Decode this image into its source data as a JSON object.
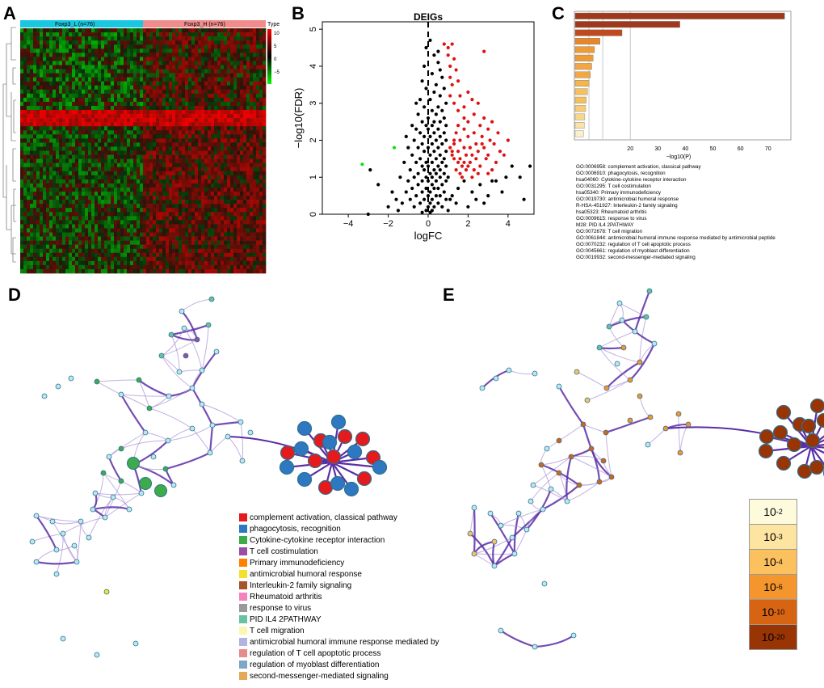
{
  "panels": {
    "a": "A",
    "b": "B",
    "c": "C",
    "d": "D",
    "e": "E"
  },
  "heatmap": {
    "group_low": "Foxp3_L (n=76)",
    "group_high": "Foxp3_H (n=76)",
    "legend_title": "Type",
    "legend_ticks": [
      "10",
      "5",
      "0",
      "−5"
    ],
    "colors": {
      "low": "#19c8e0",
      "high": "#f08c8c",
      "up": "#e01010",
      "down": "#10e010"
    }
  },
  "chart_data": [
    {
      "type": "scatter",
      "title": "DEIGs",
      "xlabel": "logFC",
      "ylabel": "−log10(FDR)",
      "xlim": [
        -5.3,
        5.3
      ],
      "ylim": [
        0,
        5.2
      ],
      "xticks": [
        "−4",
        "−2",
        "0",
        "2",
        "4"
      ],
      "yticks": [
        "0",
        "1",
        "2",
        "3",
        "4",
        "5"
      ],
      "series": [
        {
          "color": "#e01010",
          "points": [
            [
              0.8,
              4.6
            ],
            [
              1.0,
              4.5
            ],
            [
              1.2,
              4.6
            ],
            [
              2.8,
              4.4
            ],
            [
              1.0,
              4.3
            ],
            [
              1.3,
              4.2
            ],
            [
              1.1,
              4.0
            ],
            [
              1.4,
              3.9
            ],
            [
              1.1,
              3.7
            ],
            [
              1.5,
              3.6
            ],
            [
              1.2,
              3.5
            ],
            [
              1.6,
              3.2
            ],
            [
              1.1,
              3.2
            ],
            [
              1.3,
              3.0
            ],
            [
              2.0,
              3.3
            ],
            [
              2.2,
              3.1
            ],
            [
              1.8,
              2.9
            ],
            [
              2.5,
              3.0
            ],
            [
              2.8,
              2.6
            ],
            [
              2.3,
              2.7
            ],
            [
              3.2,
              2.5
            ],
            [
              2.0,
              2.5
            ],
            [
              2.6,
              2.4
            ],
            [
              1.5,
              2.4
            ],
            [
              3.0,
              2.3
            ],
            [
              1.8,
              2.3
            ],
            [
              2.3,
              2.2
            ],
            [
              3.5,
              2.2
            ],
            [
              1.4,
              2.2
            ],
            [
              2.7,
              2.1
            ],
            [
              2.0,
              2.1
            ],
            [
              3.1,
              2.0
            ],
            [
              1.6,
              2.0
            ],
            [
              2.4,
              1.9
            ],
            [
              1.3,
              1.9
            ],
            [
              3.3,
              1.9
            ],
            [
              2.1,
              1.8
            ],
            [
              1.8,
              1.8
            ],
            [
              2.8,
              1.8
            ],
            [
              1.5,
              1.7
            ],
            [
              2.5,
              1.7
            ],
            [
              3.6,
              1.7
            ],
            [
              1.2,
              1.7
            ],
            [
              2.2,
              1.6
            ],
            [
              1.9,
              1.6
            ],
            [
              3.0,
              1.6
            ],
            [
              1.6,
              1.5
            ],
            [
              2.4,
              1.5
            ],
            [
              1.3,
              1.5
            ],
            [
              2.9,
              1.5
            ],
            [
              1.8,
              1.4
            ],
            [
              2.1,
              1.4
            ],
            [
              3.4,
              1.4
            ],
            [
              1.5,
              1.4
            ],
            [
              2.6,
              1.3
            ],
            [
              1.2,
              1.6
            ],
            [
              1.7,
              1.3
            ],
            [
              3.8,
              1.6
            ],
            [
              2.0,
              1.3
            ],
            [
              2.3,
              1.2
            ],
            [
              1.1,
              1.8
            ],
            [
              1.4,
              1.2
            ],
            [
              3.2,
              1.2
            ],
            [
              4.0,
              2.0
            ],
            [
              1.9,
              1.2
            ],
            [
              2.7,
              1.9
            ],
            [
              1.6,
              1.1
            ],
            [
              2.5,
              1.1
            ],
            [
              1.3,
              2.0
            ],
            [
              3.0,
              1.1
            ],
            [
              1.8,
              2.6
            ],
            [
              2.2,
              1.0
            ],
            [
              1.5,
              2.8
            ],
            [
              1.7,
              1.0
            ]
          ]
        },
        {
          "color": "#000000",
          "points": [
            [
              -0.1,
              4.5
            ],
            [
              0.3,
              4.3
            ],
            [
              0.5,
              4.1
            ],
            [
              -0.2,
              4.0
            ],
            [
              0.6,
              3.9
            ],
            [
              0.2,
              3.8
            ],
            [
              -0.3,
              3.6
            ],
            [
              0.7,
              3.7
            ],
            [
              0.4,
              3.5
            ],
            [
              -0.1,
              3.4
            ],
            [
              0.8,
              3.4
            ],
            [
              0.3,
              3.3
            ],
            [
              0.6,
              3.2
            ],
            [
              -0.4,
              3.1
            ],
            [
              0.1,
              3.1
            ],
            [
              0.9,
              3.0
            ],
            [
              0.5,
              2.9
            ],
            [
              -0.2,
              2.9
            ],
            [
              0.2,
              2.8
            ],
            [
              0.7,
              2.8
            ],
            [
              -0.5,
              2.7
            ],
            [
              0.4,
              2.7
            ],
            [
              0.0,
              2.6
            ],
            [
              0.8,
              2.6
            ],
            [
              -0.3,
              2.5
            ],
            [
              0.3,
              2.5
            ],
            [
              0.6,
              2.5
            ],
            [
              -0.1,
              2.4
            ],
            [
              0.9,
              2.4
            ],
            [
              0.2,
              2.4
            ],
            [
              -0.6,
              2.3
            ],
            [
              0.5,
              2.3
            ],
            [
              0.0,
              2.3
            ],
            [
              0.8,
              2.2
            ],
            [
              -0.4,
              2.2
            ],
            [
              0.3,
              2.2
            ],
            [
              0.6,
              2.1
            ],
            [
              -0.2,
              2.1
            ],
            [
              0.1,
              2.1
            ],
            [
              -0.7,
              2.0
            ],
            [
              0.4,
              2.0
            ],
            [
              0.9,
              2.0
            ],
            [
              -0.3,
              1.9
            ],
            [
              0.2,
              1.9
            ],
            [
              0.7,
              1.9
            ],
            [
              -0.5,
              1.8
            ],
            [
              0.0,
              1.8
            ],
            [
              0.5,
              1.8
            ],
            [
              0.9,
              1.7
            ],
            [
              -0.2,
              1.7
            ],
            [
              0.3,
              1.7
            ],
            [
              -0.8,
              1.6
            ],
            [
              0.6,
              1.6
            ],
            [
              0.1,
              1.6
            ],
            [
              -0.4,
              1.5
            ],
            [
              0.4,
              1.5
            ],
            [
              0.8,
              1.5
            ],
            [
              -0.1,
              1.4
            ],
            [
              0.2,
              1.4
            ],
            [
              -0.6,
              1.4
            ],
            [
              0.7,
              1.4
            ],
            [
              0.0,
              1.3
            ],
            [
              0.5,
              1.3
            ],
            [
              -0.3,
              1.3
            ],
            [
              0.9,
              1.3
            ],
            [
              -0.9,
              1.2
            ],
            [
              0.3,
              1.2
            ],
            [
              -0.2,
              1.2
            ],
            [
              0.6,
              1.2
            ],
            [
              0.1,
              1.1
            ],
            [
              -0.5,
              1.1
            ],
            [
              0.4,
              1.1
            ],
            [
              0.8,
              1.1
            ],
            [
              -0.1,
              1.0
            ],
            [
              0.2,
              1.0
            ],
            [
              -0.7,
              1.0
            ],
            [
              0.6,
              1.0
            ],
            [
              -0.3,
              0.9
            ],
            [
              0.0,
              0.9
            ],
            [
              0.4,
              0.9
            ],
            [
              0.9,
              0.9
            ],
            [
              -1.0,
              0.9
            ],
            [
              0.2,
              0.8
            ],
            [
              -0.5,
              0.8
            ],
            [
              0.7,
              0.8
            ],
            [
              -0.1,
              0.7
            ],
            [
              0.3,
              0.7
            ],
            [
              -0.8,
              0.7
            ],
            [
              0.5,
              0.7
            ],
            [
              0.1,
              0.6
            ],
            [
              -0.3,
              0.6
            ],
            [
              0.8,
              0.6
            ],
            [
              -1.1,
              0.6
            ],
            [
              0.0,
              0.5
            ],
            [
              0.4,
              0.5
            ],
            [
              -0.6,
              0.5
            ],
            [
              0.6,
              0.5
            ],
            [
              -0.2,
              0.4
            ],
            [
              0.2,
              0.4
            ],
            [
              -0.9,
              0.4
            ],
            [
              0.9,
              0.4
            ],
            [
              0.1,
              0.3
            ],
            [
              -0.4,
              0.3
            ],
            [
              0.5,
              0.3
            ],
            [
              -1.3,
              0.3
            ],
            [
              0.0,
              0.2
            ],
            [
              0.3,
              0.2
            ],
            [
              -0.7,
              0.2
            ],
            [
              0.7,
              0.2
            ],
            [
              -0.1,
              0.1
            ],
            [
              0.2,
              0.1
            ],
            [
              -1.5,
              0.1
            ],
            [
              1.0,
              0.1
            ],
            [
              0.1,
              0.05
            ],
            [
              -0.3,
              0.05
            ],
            [
              1.5,
              0.7
            ],
            [
              1.2,
              0.5
            ],
            [
              1.8,
              0.9
            ],
            [
              2.2,
              0.6
            ],
            [
              2.6,
              0.8
            ],
            [
              3.0,
              0.5
            ],
            [
              3.4,
              0.9
            ],
            [
              1.4,
              0.3
            ],
            [
              2.0,
              0.2
            ],
            [
              2.8,
              0.3
            ],
            [
              3.7,
              0.6
            ],
            [
              4.2,
              1.3
            ],
            [
              4.6,
              1.0
            ],
            [
              5.1,
              1.3
            ],
            [
              4.8,
              0.4
            ],
            [
              3.2,
              0.9
            ],
            [
              3.9,
              1.0
            ],
            [
              -1.2,
              1.4
            ],
            [
              -1.8,
              0.6
            ],
            [
              -1.0,
              1.8
            ],
            [
              -2.0,
              0.2
            ],
            [
              -0.8,
              2.4
            ],
            [
              -1.4,
              1.0
            ],
            [
              -2.9,
              1.2
            ],
            [
              -2.5,
              0.8
            ],
            [
              -1.6,
              0.4
            ],
            [
              -3.0,
              0.0
            ],
            [
              -0.6,
              3.0
            ],
            [
              0.1,
              4.7
            ],
            [
              1.0,
              1.0
            ],
            [
              1.1,
              0.4
            ],
            [
              2.4,
              0.4
            ],
            [
              -1.1,
              2.1
            ],
            [
              0.5,
              4.4
            ]
          ]
        },
        {
          "color": "#10e010",
          "points": [
            [
              -1.7,
              1.8
            ],
            [
              -3.3,
              1.35
            ]
          ]
        }
      ]
    },
    {
      "type": "bar",
      "xlabel": "−log10(P)",
      "xlim": [
        0,
        78
      ],
      "xticks": [
        "20",
        "30",
        "40",
        "50",
        "60",
        "70"
      ],
      "categories": [
        "GO:0006958: complement activation, classical pathway",
        "GO:0006910: phagocytosis, recognition",
        "hsa04060: Cytokine-cytokine receptor interaction",
        "GO:0031295: T cell costimulation",
        "hsa05340: Primary immunodeficiency",
        "GO:0019730: antimicrobial humoral response",
        "R-HSA-451927: Interleukin-2 family signaling",
        "hsa05323: Rheumatoid arthritis",
        "GO:0009615: response to virus",
        "M28: PID IL4 2PATHWAY",
        "GO:0072678: T cell migration",
        "GO:0061844: antimicrobial humoral immune response mediated by antimicrobial peptide",
        "GO:0070232: regulation of T cell apoptotic process",
        "GO:0045661: regulation of myoblast differentiation",
        "GO:0019932: second-messenger-mediated signaling"
      ],
      "values": [
        76,
        38,
        17,
        9,
        7,
        6.5,
        6,
        5.5,
        5,
        4.5,
        4,
        3.8,
        3.5,
        3.3,
        3.0
      ],
      "colors": [
        "#a0391c",
        "#a0391c",
        "#c04a1e",
        "#e6872a",
        "#ee9a35",
        "#ee9a35",
        "#f2a743",
        "#f2a743",
        "#f4b44f",
        "#f6c05e",
        "#f6c05e",
        "#f8cc73",
        "#f9d78a",
        "#fbe2a6",
        "#fdf0c8"
      ]
    }
  ],
  "network_d": {
    "legend": [
      {
        "label": "complement activation, classical pathway",
        "color": "#e41a1c"
      },
      {
        "label": "phagocytosis, recognition",
        "color": "#2e78c2"
      },
      {
        "label": "Cytokine-cytokine receptor interaction",
        "color": "#3cab4a"
      },
      {
        "label": "T cell costimulation",
        "color": "#984ea3"
      },
      {
        "label": "Primary immunodeficiency",
        "color": "#ff7f00"
      },
      {
        "label": "antimicrobial humoral response",
        "color": "#f3e22c"
      },
      {
        "label": "Interleukin-2 family signaling",
        "color": "#a65628"
      },
      {
        "label": "Rheumatoid arthritis",
        "color": "#f781bf"
      },
      {
        "label": "response to virus",
        "color": "#999999"
      },
      {
        "label": "PID IL4 2PATHWAY",
        "color": "#66c2a5"
      },
      {
        "label": "T cell migration",
        "color": "#fdf6b2"
      },
      {
        "label": "antimicrobial humoral immune response mediated by",
        "color": "#b3b3e0"
      },
      {
        "label": "regulation of T cell apoptotic process",
        "color": "#e78a8a"
      },
      {
        "label": "regulation of myoblast differentiation",
        "color": "#7ea6c9"
      },
      {
        "label": "second-messenger-mediated signaling",
        "color": "#e5a855"
      }
    ]
  },
  "network_e": {
    "legend": [
      {
        "base": "10",
        "exp": "-2",
        "color": "#fefbdc"
      },
      {
        "base": "10",
        "exp": "-3",
        "color": "#fde4a0"
      },
      {
        "base": "10",
        "exp": "-4",
        "color": "#fbc15e"
      },
      {
        "base": "10",
        "exp": "-6",
        "color": "#f4952e"
      },
      {
        "base": "10",
        "exp": "-10",
        "color": "#d76413"
      },
      {
        "base": "10",
        "exp": "-20",
        "color": "#993404"
      }
    ]
  }
}
